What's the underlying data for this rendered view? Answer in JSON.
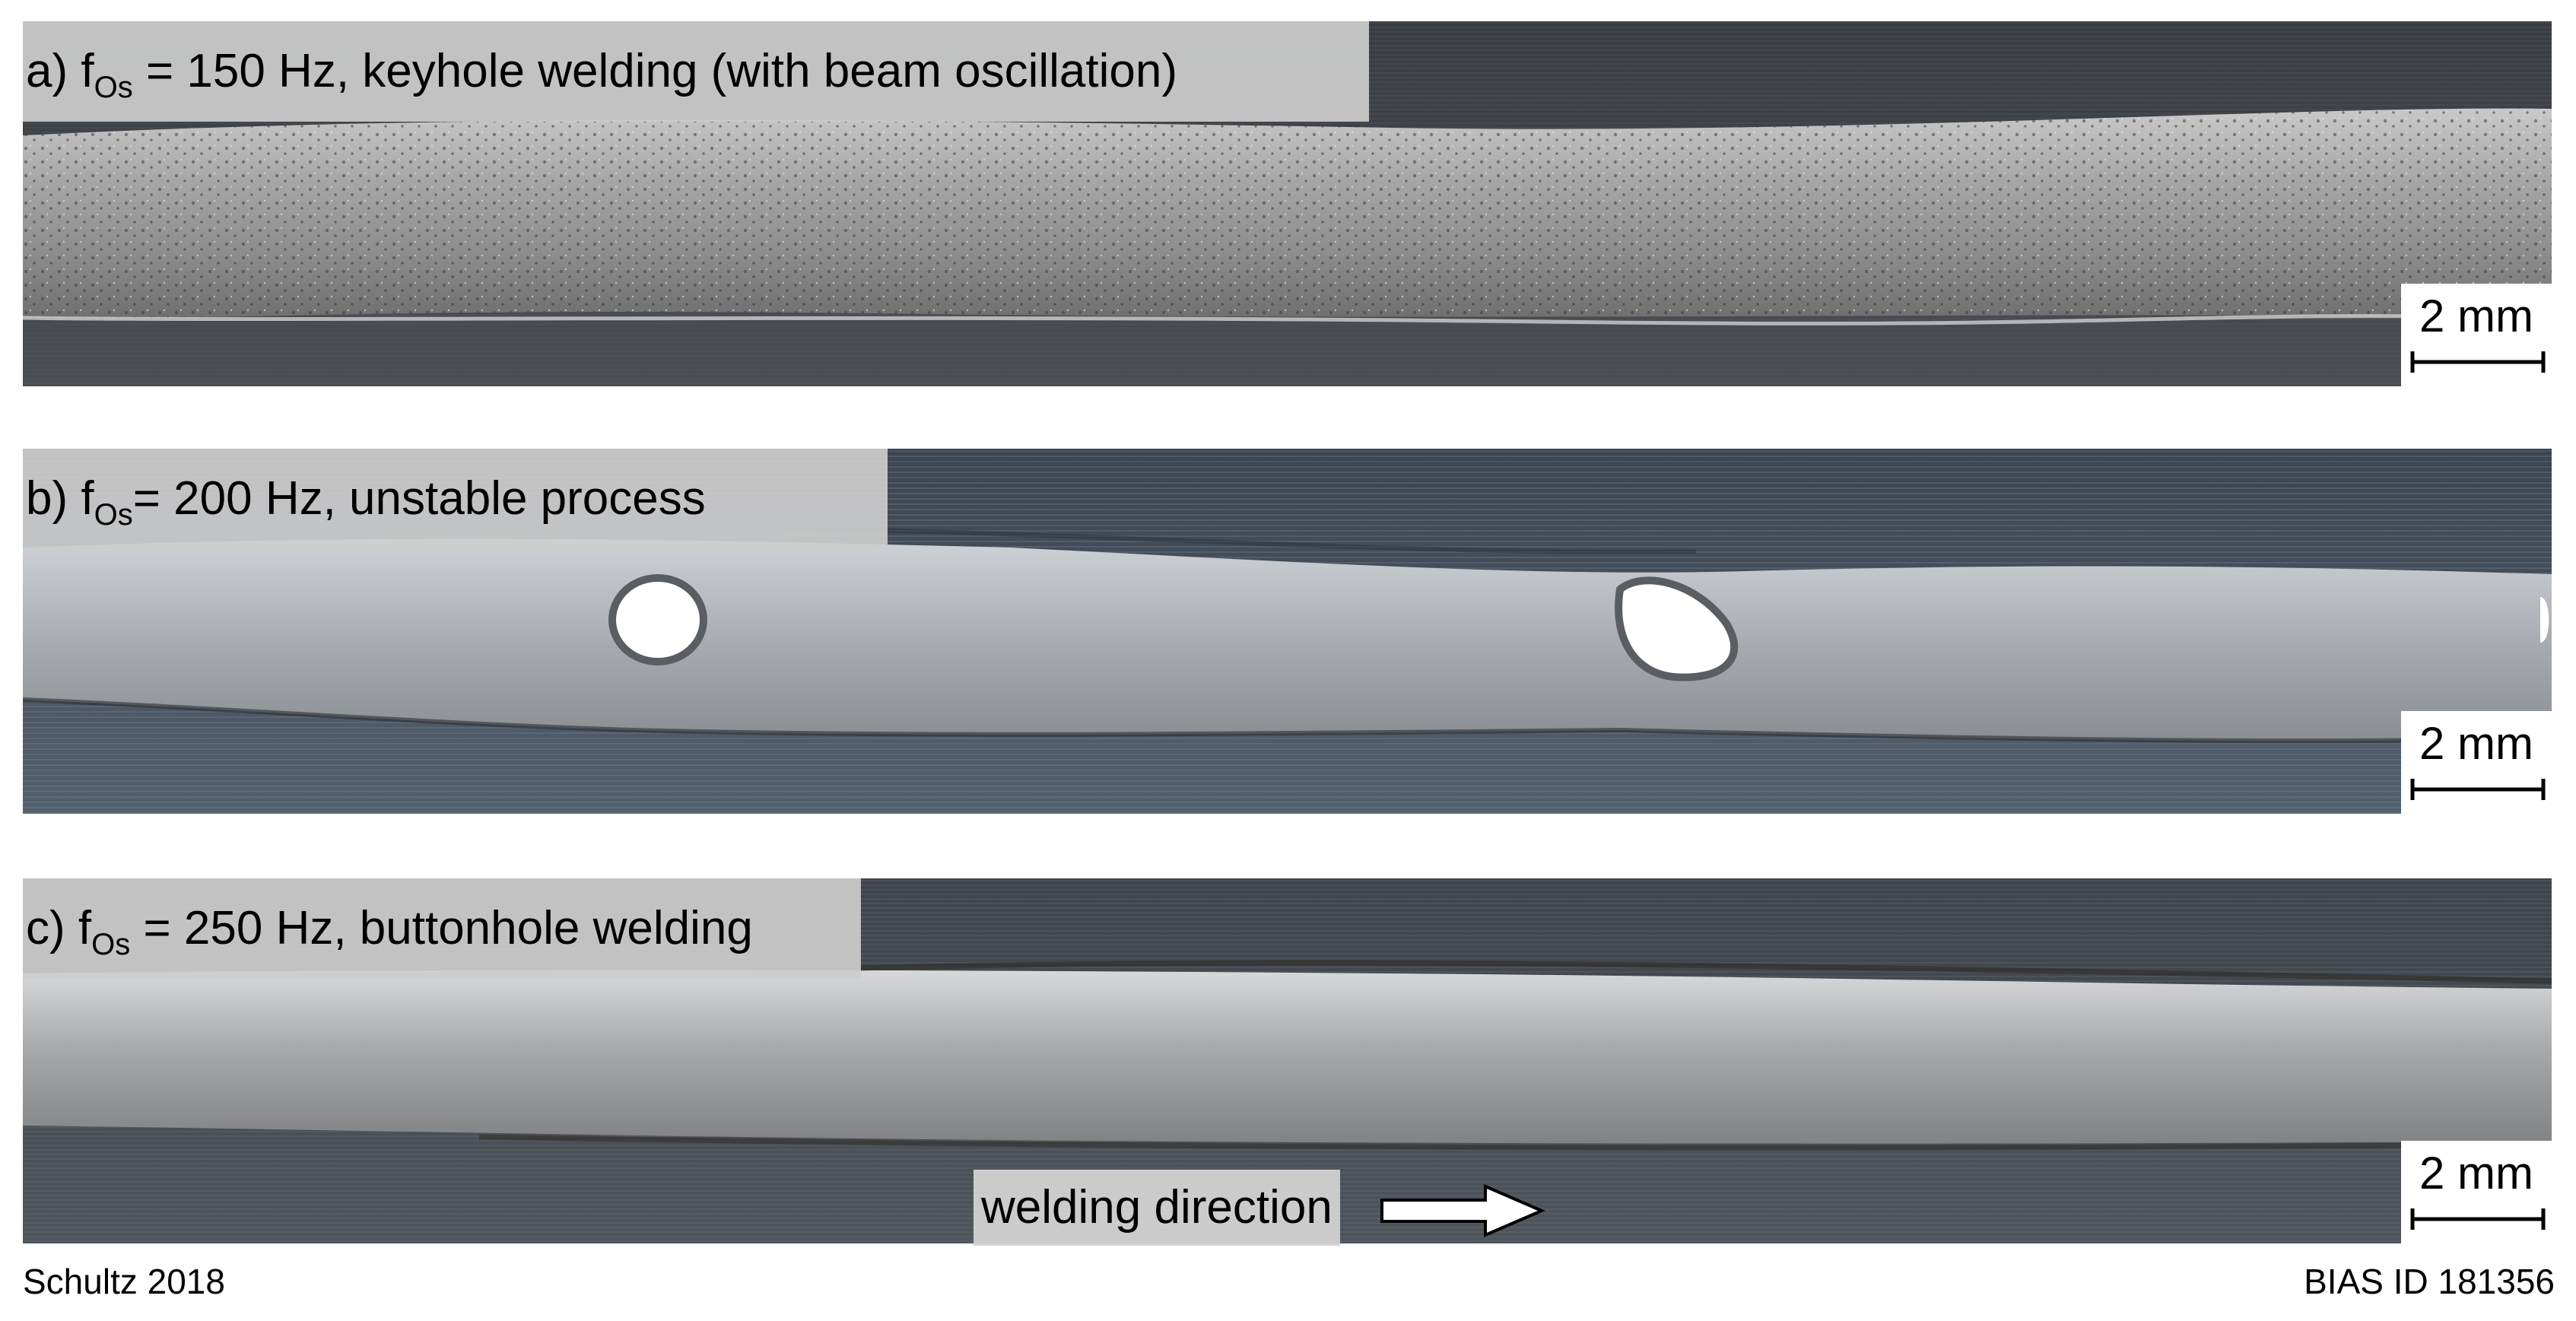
{
  "panels": [
    {
      "caption_prefix": "a) f",
      "caption_sub": "Os",
      "caption_suffix": " = 150 Hz, keyhole welding (with beam oscillation)",
      "scale_label": "2 mm"
    },
    {
      "caption_prefix": "b) f",
      "caption_sub": "Os",
      "caption_suffix": "= 200 Hz, unstable process",
      "scale_label": "2 mm"
    },
    {
      "caption_prefix": "c) f",
      "caption_sub": "Os",
      "caption_suffix": " = 250 Hz, buttonhole welding",
      "scale_label": "2 mm"
    }
  ],
  "direction": {
    "label": "welding direction",
    "icon": "arrow-right-icon"
  },
  "footer": {
    "left": "Schultz 2018",
    "right": "BIAS ID 181356"
  },
  "colors": {
    "caption_bg": "#cdcdcd",
    "sheet_dark": "#3b4047",
    "seam_light": "#b8bcc0"
  }
}
